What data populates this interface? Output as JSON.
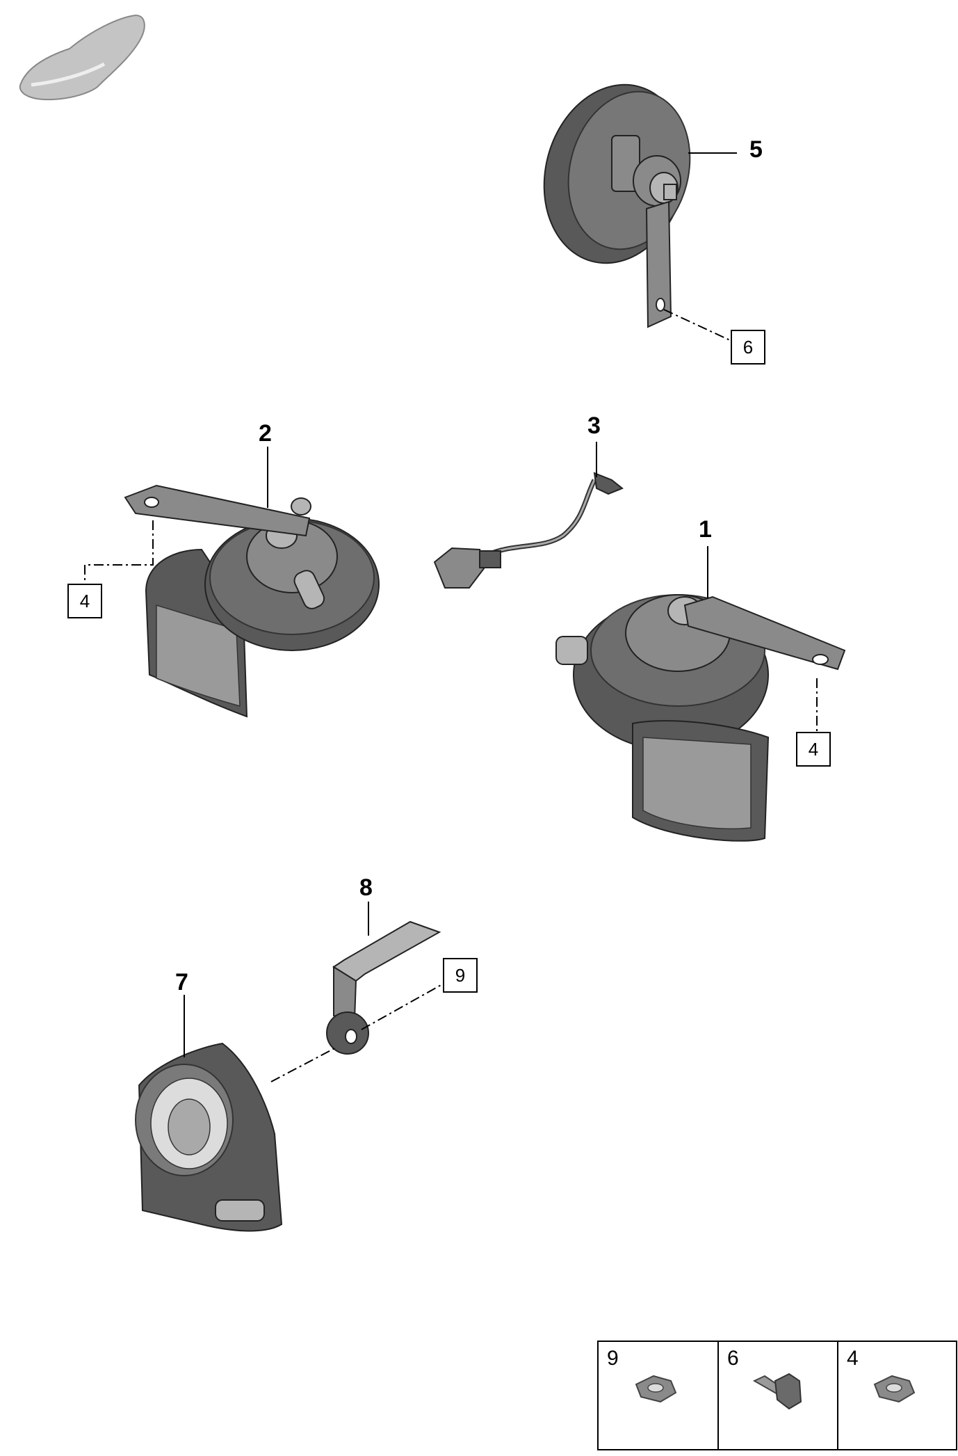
{
  "callouts": {
    "c1": "1",
    "c2": "2",
    "c3": "3",
    "c5": "5",
    "c7": "7",
    "c8": "8"
  },
  "boxed_refs": {
    "ref6": "6",
    "ref4_left": "4",
    "ref4_right": "4",
    "ref9": "9"
  },
  "legend": {
    "items": [
      {
        "number": "9",
        "icon": "hex-nut-icon"
      },
      {
        "number": "6",
        "icon": "hex-bolt-icon"
      },
      {
        "number": "4",
        "icon": "hex-nut-icon"
      }
    ]
  },
  "colors": {
    "part": "#595959",
    "highlight": "#dcdcdc",
    "line": "#000000"
  }
}
